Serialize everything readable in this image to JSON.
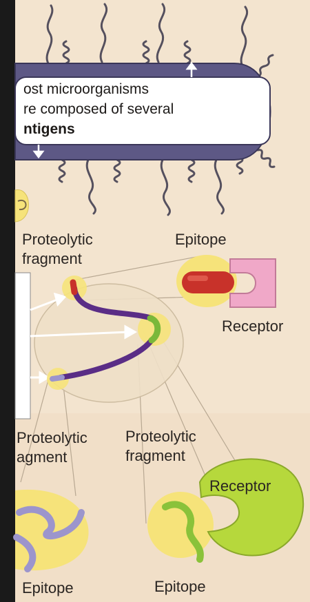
{
  "callout": {
    "line1": "ost microorganisms",
    "line2": "re composed of several",
    "line3": "ntigens"
  },
  "labels": {
    "proteolytic_fragment_top": [
      "Proteolytic",
      "fragment"
    ],
    "epitope_top": "Epitope",
    "receptor_middle": "Receptor",
    "proteolytic_fragment_bottom_left": [
      "Proteolytic",
      "agment"
    ],
    "proteolytic_fragment_bottom_mid": [
      "Proteolytic",
      "fragment"
    ],
    "receptor_bottom": "Receptor",
    "epitope_bottom_left": "Epitope",
    "epitope_bottom_right": "Epitope"
  },
  "colors": {
    "background": "#f2e2cc",
    "microbe_body": "#5d5885",
    "callout_box": "#ffffff",
    "epitope_yellow": "#f6e37a",
    "receptor_pink": "#f0a8c8",
    "receptor_green": "#b6d83c",
    "protein_purple": "#5a2d86",
    "epitope_red": "#c8322a",
    "epitope_green": "#7ab83a",
    "epitope_lilac": "#9c95cc"
  }
}
